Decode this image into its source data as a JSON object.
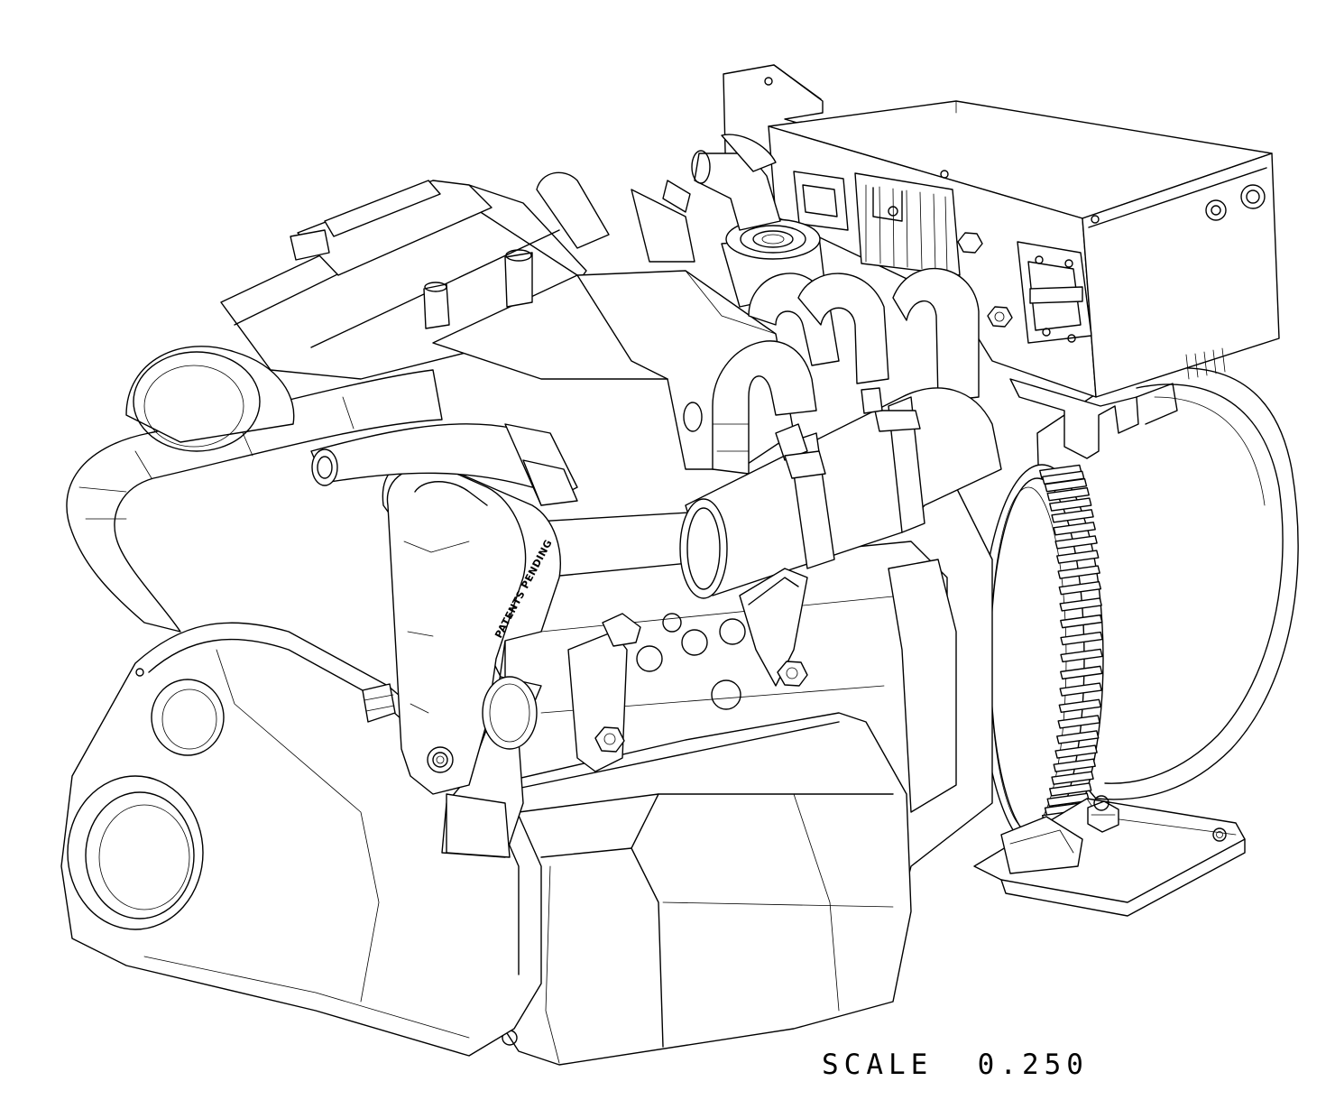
{
  "drawing": {
    "annotation": "PATENTS PENDING",
    "scale_caption": "SCALE",
    "scale_value": "0.250"
  }
}
